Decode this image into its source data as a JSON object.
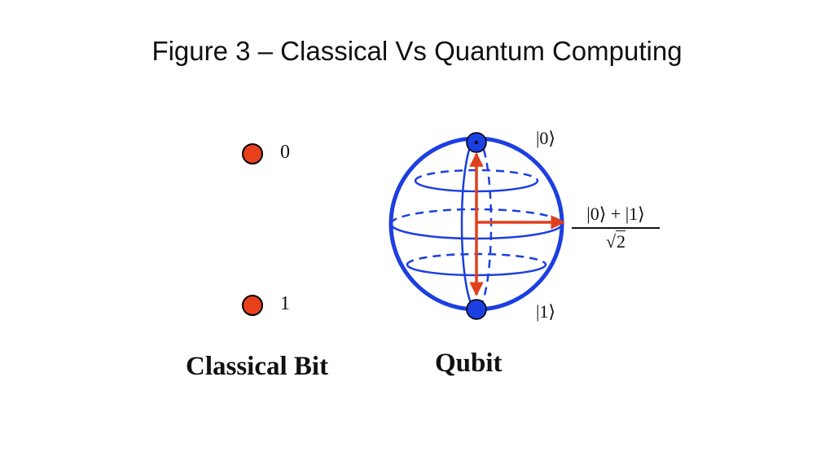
{
  "title": "Figure 3 – Classical Vs Quantum Computing",
  "classical": {
    "states": [
      {
        "label": "0"
      },
      {
        "label": "1"
      }
    ],
    "caption": "Classical Bit",
    "dot_color": "#e8401c"
  },
  "qubit": {
    "caption": "Qubit",
    "ket_top": "|0⟩",
    "ket_bottom": "|1⟩",
    "superposition": {
      "numerator": "|0⟩ + |1⟩",
      "sqrt_symbol": "√",
      "radicand": "2"
    },
    "sphere_color": "#1c3fe0",
    "arrow_color": "#e0401c"
  }
}
